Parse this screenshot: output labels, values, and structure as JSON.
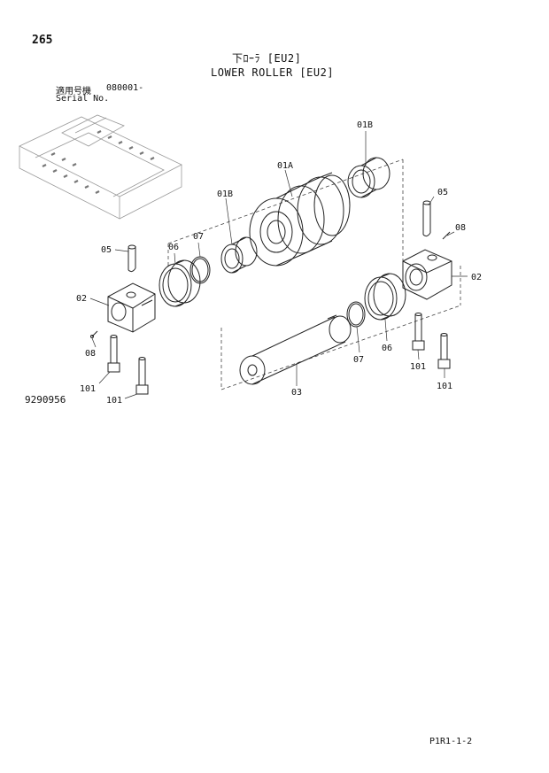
{
  "header": {
    "page_number": "265",
    "title_jp": "下ﾛｰﾗ [EU2]",
    "title_en": "LOWER ROLLER [EU2]",
    "serial_label_jp": "適用号機",
    "serial_label_en": "Serial No.",
    "serial_value": "080001-"
  },
  "footer": {
    "drawing_number": "9290956",
    "page_code": "P1R1-1-2"
  },
  "callouts": {
    "c01B_top": "01B",
    "c01A": "01A",
    "c01B_left": "01B",
    "c05_right": "05",
    "c08_right": "08",
    "c02_right": "02",
    "c05_left": "05",
    "c06_left": "06",
    "c07_left": "07",
    "c02_left": "02",
    "c08_left": "08",
    "c101_left_a": "101",
    "c101_left_b": "101",
    "c03": "03",
    "c07_right": "07",
    "c06_right": "06",
    "c101_right_a": "101",
    "c101_right_b": "101"
  }
}
